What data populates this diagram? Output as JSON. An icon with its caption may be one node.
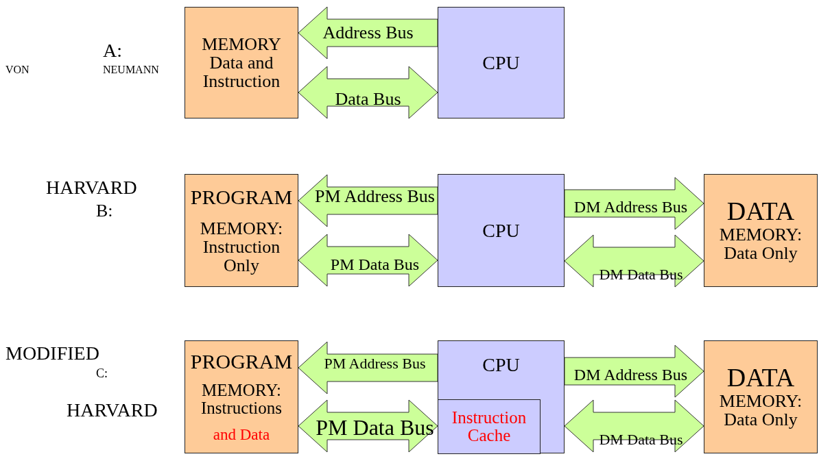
{
  "diagram": {
    "nodes": [
      {
        "text": [
          "MEMORY Data and Instruction"
        ]
      },
      {
        "text": [
          "CPU"
        ]
      },
      {
        "text": [
          "PROGRAM",
          "MEMORY: Instruction Only"
        ]
      },
      {
        "text": [
          "CPU"
        ]
      },
      {
        "text": [
          "DATA",
          "MEMORY: Data Only"
        ]
      },
      {
        "text": [
          "PROGRAM",
          "MEMORY: Instructions",
          "and Data"
        ]
      },
      {
        "text": [
          "CPU"
        ]
      },
      {
        "text": [
          "Instruction Cache"
        ],
        "in": 6
      },
      {
        "text": [
          "DATA",
          "MEMORY: Data Only"
        ]
      }
    ],
    "edges": [
      {
        "from": 1,
        "to": 0,
        "arrow": "to",
        "label": "Address Bus"
      },
      {
        "from": 0,
        "to": 1,
        "arrow": "both",
        "label": "Data Bus"
      },
      {
        "from": 3,
        "to": 2,
        "arrow": "to",
        "label": "PM Address Bus"
      },
      {
        "from": 2,
        "to": 3,
        "arrow": "both",
        "label": "PM Data Bus"
      },
      {
        "from": 3,
        "to": 4,
        "arrow": "to",
        "label": "DM Address Bus"
      },
      {
        "from": 3,
        "to": 4,
        "arrow": "both",
        "label": "DM Data Bus"
      },
      {
        "from": 6,
        "to": 5,
        "arrow": "to",
        "label": "PM Address Bus"
      },
      {
        "from": 5,
        "to": 7,
        "arrow": "both",
        "label": "PM Data Bus"
      },
      {
        "from": 6,
        "to": 8,
        "arrow": "to",
        "label": "DM Address Bus"
      },
      {
        "from": 6,
        "to": 8,
        "arrow": "both",
        "label": "DM Data Bus"
      }
    ],
    "labels": [
      "A:",
      "VON",
      "NEUMANN",
      "HARVARD",
      "B:",
      "MODIFIED",
      "C:",
      "HARVARD"
    ]
  }
}
